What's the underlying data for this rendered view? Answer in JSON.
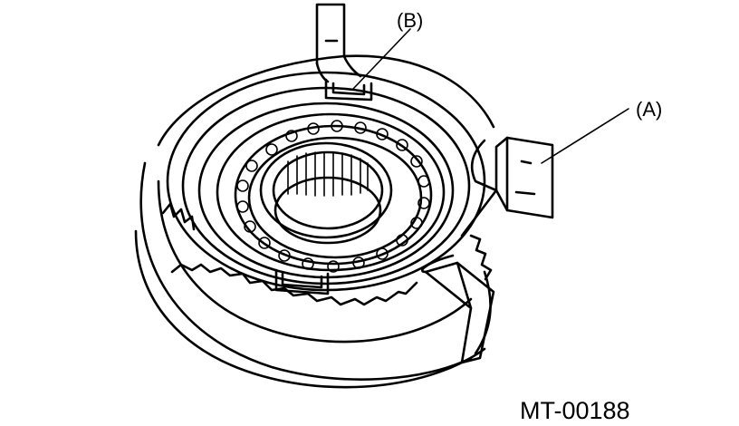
{
  "labels": {
    "callout_a": "(A)",
    "callout_b": "(B)",
    "figure_id": "MT-00188"
  },
  "colors": {
    "ink": "#000000",
    "paper": "#ffffff"
  }
}
